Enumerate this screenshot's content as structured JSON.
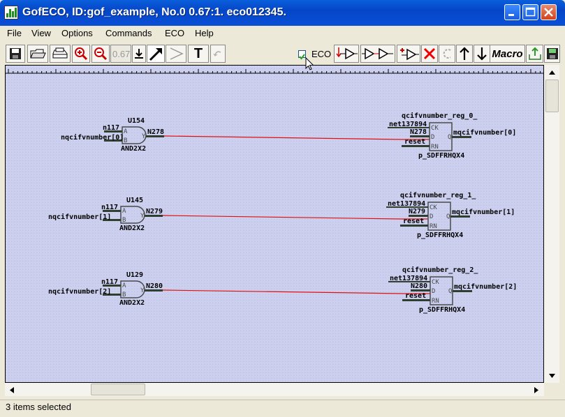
{
  "window": {
    "title": "GofECO, ID:gof_example, No.0 0.67:1. eco012345."
  },
  "menu": [
    "File",
    "View",
    "Options",
    "Commands",
    "ECO",
    "Help"
  ],
  "toolbar": {
    "zoom_value": "0.67",
    "eco_label": "ECO",
    "eco_checked": true,
    "macro_label": "Macro",
    "text_tool_label": "T"
  },
  "schematic": {
    "rows": [
      {
        "gate": "U154",
        "gate_type": "AND2X2",
        "input_a_net": "n117",
        "input_b_net": "nqcifvnumber[0]",
        "pin_a": "A",
        "pin_b": "B",
        "pin_y": "Y",
        "out_net": "N278",
        "reg": "qcifvnumber_reg_0_",
        "reg_type": "p_SDFFRHQX4",
        "clk_net": "net137894",
        "d_net": "N278",
        "reset_net": "reset",
        "pin_ck": "CK",
        "pin_d": "D",
        "pin_rn": "RN",
        "pin_q": "Q",
        "q_net": "mqcifvnumber[0]"
      },
      {
        "gate": "U145",
        "gate_type": "AND2X2",
        "input_a_net": "n117",
        "input_b_net": "nqcifvnumber[1]",
        "pin_a": "A",
        "pin_b": "B",
        "pin_y": "Y",
        "out_net": "N279",
        "reg": "qcifvnumber_reg_1_",
        "reg_type": "p_SDFFRHQX4",
        "clk_net": "net137894",
        "d_net": "N279",
        "reset_net": "reset",
        "pin_ck": "CK",
        "pin_d": "D",
        "pin_rn": "RN",
        "pin_q": "Q",
        "q_net": "mqcifvnumber[1]"
      },
      {
        "gate": "U129",
        "gate_type": "AND2X2",
        "input_a_net": "n117",
        "input_b_net": "nqcifvnumber[2]",
        "pin_a": "A",
        "pin_b": "B",
        "pin_y": "Y",
        "out_net": "N280",
        "reg": "qcifvnumber_reg_2_",
        "reg_type": "p_SDFFRHQX4",
        "clk_net": "net137894",
        "d_net": "N280",
        "reset_net": "reset",
        "pin_ck": "CK",
        "pin_d": "D",
        "pin_rn": "RN",
        "pin_q": "Q",
        "q_net": "mqcifvnumber[2]"
      }
    ]
  },
  "colors": {
    "canvas_bg": "#ccd0ee",
    "wire_highlight": "#e01010",
    "wire": "#2f3f2f",
    "component": "#4a4a4a"
  },
  "status": {
    "text": "3 items selected"
  }
}
